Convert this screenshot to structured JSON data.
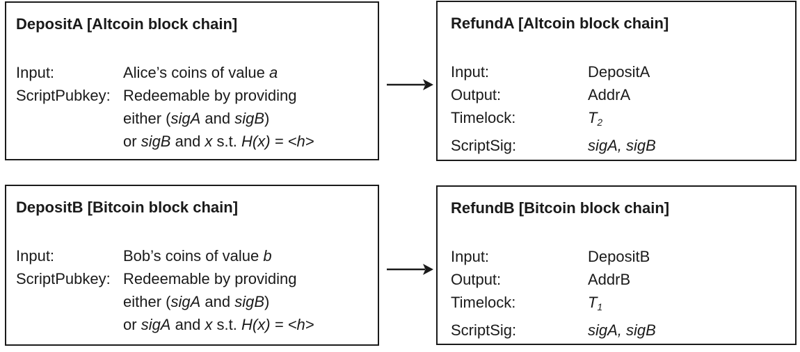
{
  "colors": {
    "border": "#1a1a1a",
    "text": "#1a1a1a",
    "background": "#ffffff"
  },
  "arrows": [
    {
      "name": "depositA-to-refundA"
    },
    {
      "name": "depositB-to-refundB"
    }
  ],
  "boxes": [
    {
      "title": "DepositA [Altcoin block chain]",
      "rows": [
        {
          "label": "Input:",
          "value": [
            {
              "t": "Alice’s coins of value "
            },
            {
              "t": "a",
              "i": true
            }
          ]
        },
        {
          "label": "ScriptPubkey:",
          "value": [
            {
              "t": "Redeemable by providing"
            }
          ]
        },
        {
          "label": "",
          "value": [
            {
              "t": "either ("
            },
            {
              "t": "sigA",
              "i": true
            },
            {
              "t": " and "
            },
            {
              "t": "sigB",
              "i": true
            },
            {
              "t": ")"
            }
          ]
        },
        {
          "label": "",
          "value": [
            {
              "t": "or "
            },
            {
              "t": "sigB",
              "i": true
            },
            {
              "t": " and "
            },
            {
              "t": "x",
              "i": true
            },
            {
              "t": " s.t. "
            },
            {
              "t": "H(x) = <h>",
              "i": true
            }
          ]
        }
      ]
    },
    {
      "title": "RefundA [Altcoin block chain]",
      "rows": [
        {
          "label": "Input:",
          "value": [
            {
              "t": "DepositA"
            }
          ]
        },
        {
          "label": "Output:",
          "value": [
            {
              "t": "AddrA"
            }
          ]
        },
        {
          "label": "Timelock:",
          "value": [
            {
              "t": "T",
              "i": true
            },
            {
              "t": "2",
              "i": true,
              "sub": true
            }
          ]
        },
        {
          "label": "ScriptSig:",
          "value": [
            {
              "t": "sigA, sigB",
              "i": true
            }
          ]
        }
      ]
    },
    {
      "title": "DepositB [Bitcoin block chain]",
      "rows": [
        {
          "label": "Input:",
          "value": [
            {
              "t": "Bob’s coins of value "
            },
            {
              "t": "b",
              "i": true
            }
          ]
        },
        {
          "label": "ScriptPubkey:",
          "value": [
            {
              "t": "Redeemable by providing"
            }
          ]
        },
        {
          "label": "",
          "value": [
            {
              "t": "either ("
            },
            {
              "t": "sigA",
              "i": true
            },
            {
              "t": " and "
            },
            {
              "t": "sigB",
              "i": true
            },
            {
              "t": ")"
            }
          ]
        },
        {
          "label": "",
          "value": [
            {
              "t": "or "
            },
            {
              "t": "sigA",
              "i": true
            },
            {
              "t": " and "
            },
            {
              "t": "x",
              "i": true
            },
            {
              "t": " s.t. "
            },
            {
              "t": "H(x) = <h>",
              "i": true
            }
          ]
        }
      ]
    },
    {
      "title": "RefundB [Bitcoin block chain]",
      "rows": [
        {
          "label": "Input:",
          "value": [
            {
              "t": "DepositB"
            }
          ]
        },
        {
          "label": "Output:",
          "value": [
            {
              "t": "AddrB"
            }
          ]
        },
        {
          "label": "Timelock:",
          "value": [
            {
              "t": "T",
              "i": true
            },
            {
              "t": "1",
              "i": true,
              "sub": true
            }
          ]
        },
        {
          "label": "ScriptSig:",
          "value": [
            {
              "t": "sigA, sigB",
              "i": true
            }
          ]
        }
      ]
    }
  ]
}
